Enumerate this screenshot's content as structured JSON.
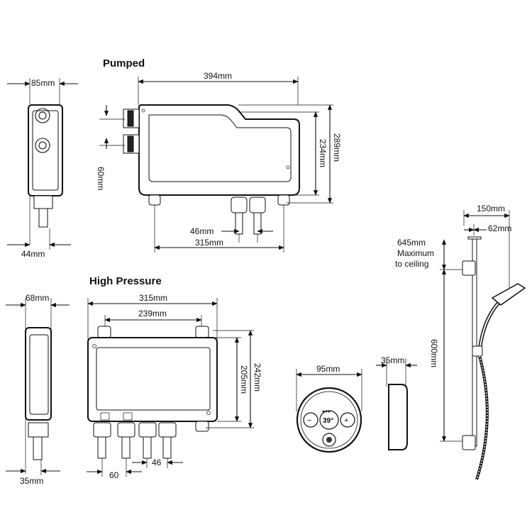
{
  "sections": {
    "pumped": "Pumped",
    "high_pressure": "High Pressure"
  },
  "pumped": {
    "side_width": "85mm",
    "side_depth": "44mm",
    "width": "394mm",
    "height_outer": "289mm",
    "height_inner": "234mm",
    "inlet_spacing": "60mm",
    "outlet_spacing": "46mm",
    "bracket_width": "315mm"
  },
  "high_pressure": {
    "side_width": "68mm",
    "side_depth": "35mm",
    "width": "315mm",
    "inner_width": "239mm",
    "height_outer": "242mm",
    "height_inner": "205mm",
    "left_spacing": "60",
    "right_spacing": "46"
  },
  "controller": {
    "diameter": "95mm",
    "depth": "35mm",
    "display_temp": "39°"
  },
  "riser": {
    "width": "150mm",
    "offset": "62mm",
    "ceiling_value": "645mm",
    "ceiling_line1": "Maximum",
    "ceiling_line2": "to ceiling",
    "height": "600mm"
  }
}
